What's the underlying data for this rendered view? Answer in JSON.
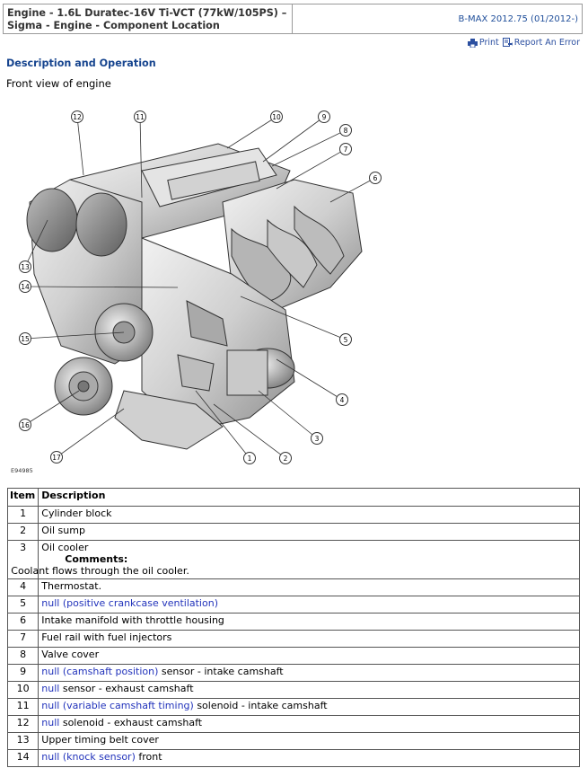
{
  "header": {
    "title_line1": "Engine - 1.6L Duratec-16V Ti-VCT (77kW/105PS) –",
    "title_line2": "Sigma - Engine - Component Location",
    "model": "B-MAX 2012.75 (01/2012-)"
  },
  "toolbar": {
    "print_label": "Print",
    "report_label": "Report An Error"
  },
  "section_title": "Description and Operation",
  "figure": {
    "caption": "Front view of engine",
    "code": "E94985",
    "callouts": [
      "1",
      "2",
      "3",
      "4",
      "5",
      "6",
      "7",
      "8",
      "9",
      "10",
      "11",
      "12",
      "13",
      "14",
      "15",
      "16",
      "17"
    ]
  },
  "table": {
    "headers": [
      "Item",
      "Description"
    ],
    "rows": [
      {
        "n": "1",
        "parts": [
          {
            "t": "Cylinder block",
            "link": false
          }
        ]
      },
      {
        "n": "2",
        "parts": [
          {
            "t": "Oil sump",
            "link": false
          }
        ]
      },
      {
        "n": "3",
        "parts": [
          {
            "t": "Oil cooler",
            "link": false
          }
        ],
        "comments_label": "Comments:",
        "comment": "Coolant flows through the oil cooler."
      },
      {
        "n": "4",
        "parts": [
          {
            "t": "Thermostat.",
            "link": false
          }
        ]
      },
      {
        "n": "5",
        "parts": [
          {
            "t": "null (positive crankcase ventilation)",
            "link": true
          }
        ]
      },
      {
        "n": "6",
        "parts": [
          {
            "t": "Intake manifold with throttle housing",
            "link": false
          }
        ]
      },
      {
        "n": "7",
        "parts": [
          {
            "t": "Fuel rail with fuel injectors",
            "link": false
          }
        ]
      },
      {
        "n": "8",
        "parts": [
          {
            "t": "Valve cover",
            "link": false
          }
        ]
      },
      {
        "n": "9",
        "parts": [
          {
            "t": "null (camshaft position)",
            "link": true
          },
          {
            "t": " sensor - intake camshaft",
            "link": false
          }
        ]
      },
      {
        "n": "10",
        "parts": [
          {
            "t": "null",
            "link": true
          },
          {
            "t": " sensor - exhaust camshaft",
            "link": false
          }
        ]
      },
      {
        "n": "11",
        "parts": [
          {
            "t": "null (variable camshaft timing)",
            "link": true
          },
          {
            "t": " solenoid - intake camshaft",
            "link": false
          }
        ]
      },
      {
        "n": "12",
        "parts": [
          {
            "t": "null",
            "link": true
          },
          {
            "t": " solenoid - exhaust camshaft",
            "link": false
          }
        ]
      },
      {
        "n": "13",
        "parts": [
          {
            "t": "Upper timing belt cover",
            "link": false
          }
        ]
      },
      {
        "n": "14",
        "parts": [
          {
            "t": "null (knock sensor)",
            "link": true
          },
          {
            "t": " front",
            "link": false
          }
        ]
      }
    ]
  },
  "colors": {
    "link": "#2233bb",
    "heading": "#17458f",
    "model": "#1f4e9a"
  }
}
